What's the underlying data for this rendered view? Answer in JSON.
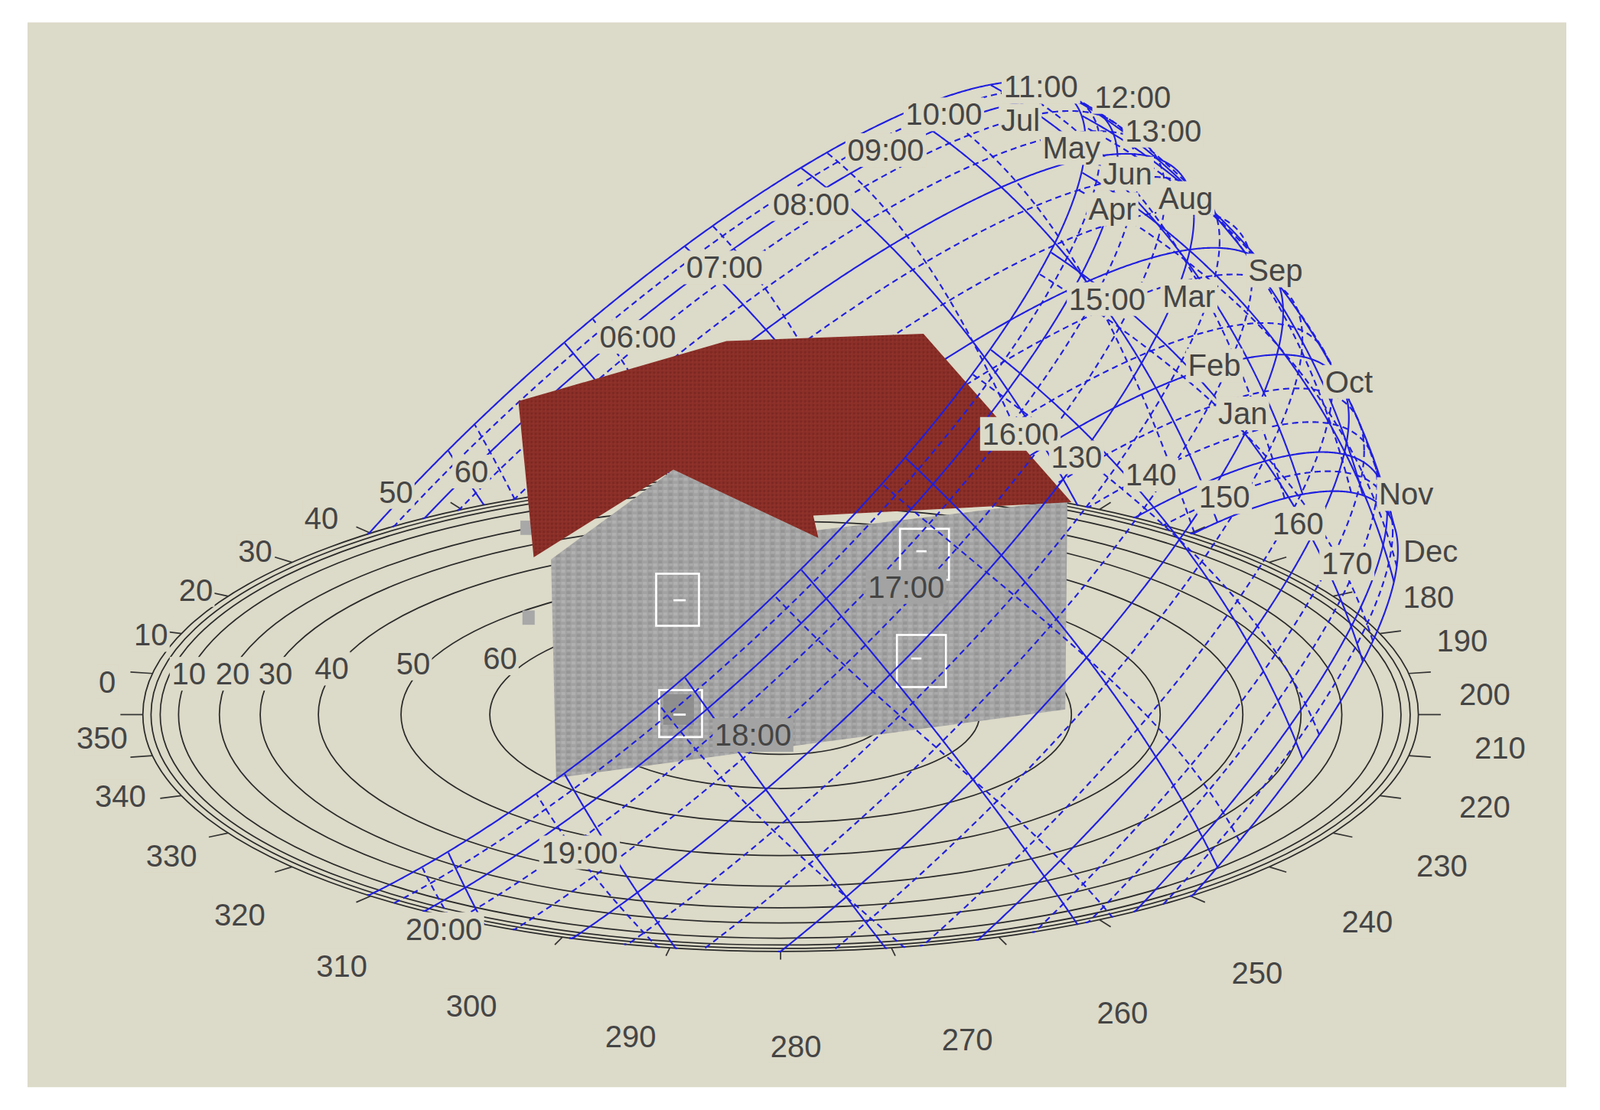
{
  "diagram": {
    "labels": [
      "10:00",
      "11:00",
      "Jul",
      "12:00",
      "13:00",
      "May",
      "Jun",
      "Aug",
      "Apr",
      "09:00",
      "08:00",
      "07:00",
      "06:00",
      "Sep",
      "15:00",
      "Mar",
      "Feb",
      "Oct",
      "Jan",
      "16:00",
      "130",
      "140",
      "150",
      "160",
      "Nov",
      "170",
      "Dec",
      "180",
      "190",
      "200",
      "210",
      "220",
      "230",
      "240",
      "250",
      "260",
      "270",
      "280",
      "290",
      "300",
      "310",
      "320",
      "330",
      "340",
      "350",
      "0",
      "10",
      "20",
      "30",
      "40",
      "50",
      "60",
      "10",
      "20",
      "30",
      "40",
      "50",
      "60",
      "17:00",
      "18:00",
      "19:00",
      "20:00"
    ]
  }
}
